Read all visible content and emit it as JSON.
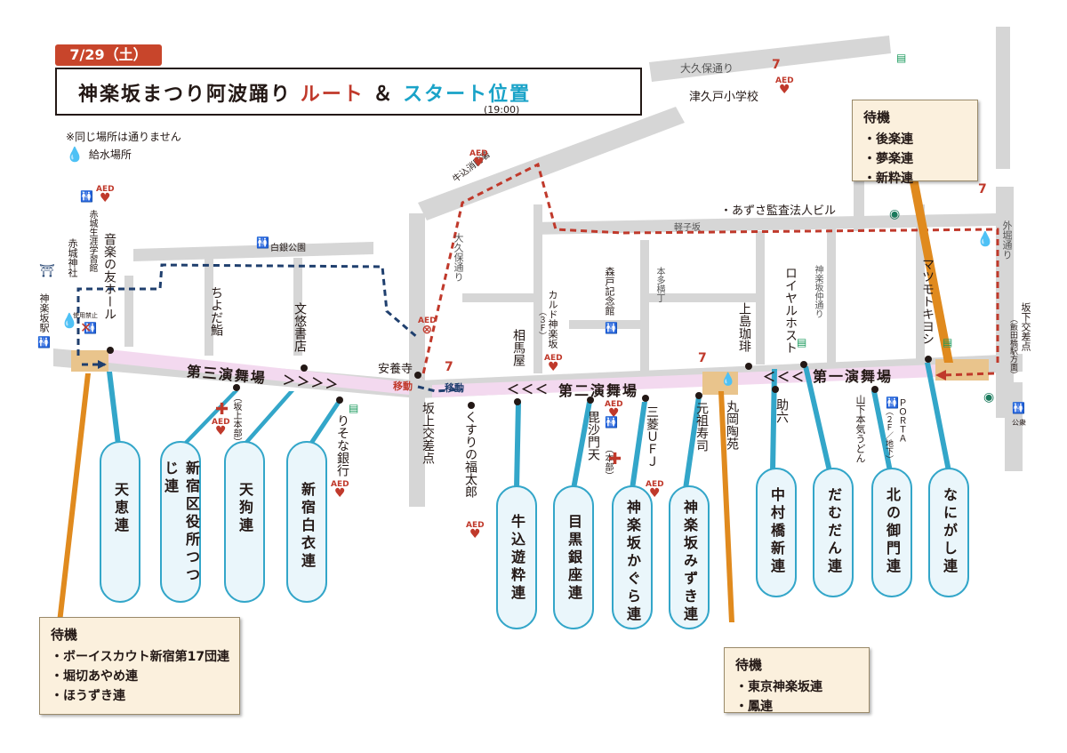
{
  "header": {
    "date": "7/29（土）",
    "title_main": "神楽坂まつり阿波踊り",
    "title_route": "ルート",
    "title_amp": "＆",
    "title_start": "スタート位置",
    "time": "(19:00)"
  },
  "notes": {
    "no_same_place": "※同じ場所は通りません",
    "water": "給水場所"
  },
  "streets": {
    "okubo_top": "大久保通り",
    "okubo_vertical": "大久保通り",
    "karuko": "軽子坂",
    "honda_yokocho": "本多横丁",
    "nakadori": "神楽坂仲通り",
    "sotobori": "外堀通り",
    "kagurazaka_station": "神楽坂駅",
    "sakagami_crossing": "坂上交差点",
    "sakashita_crossing": "坂下交差点",
    "iidabashi": "（飯田橋駅方面）"
  },
  "places": {
    "tsukudo_school": "津久戸小学校",
    "azusa_building": "・あずさ監査法人ビル",
    "fire_station": "牛込消防署",
    "shirogane_park": "白銀公園",
    "akagi_shrine": "赤城神社",
    "akagi_center": "赤城生涯学習館",
    "ongaku_hall": "音楽の友ホール",
    "chiyoda_sushi": "ちよだ鮨",
    "bunyu_shoten": "文悠書店",
    "anyoji": "安養寺",
    "kusuri_fukutaro": "くすりの福太郎",
    "souma": "相馬屋",
    "kaldi": "カルド神楽坂",
    "kaldi_floor": "（３Ｆ）",
    "morito": "森戸記念館",
    "bishamonten": "毘沙門天",
    "bishamonten_hq": "（本部）",
    "mufg": "三菱ＵＦＪ",
    "motoso_sushi": "元祖寿司",
    "maruoka": "丸岡陶苑",
    "ueshima": "上島珈琲",
    "royal_host": "ロイヤルホスト",
    "sukeroku": "助六",
    "yamashita": "山下本気うどん",
    "porta": "ＰＯＲＴＡ",
    "porta_floor": "（２Ｆ／地下）",
    "matsumoto": "マツモトキヨシ",
    "resona": "りそな銀行",
    "sakagami_hq": "（坂上本部）",
    "use_prohibited": "使用禁止",
    "toilet_public": "公衆"
  },
  "stages": {
    "third": "第三演舞場",
    "third_arrows": "＞＞＞＞",
    "second_arrows": "＜＜＜",
    "second": "第二演舞場",
    "first_arrows": "＜＜＜",
    "first": "第一演舞場",
    "move": "移動"
  },
  "teams": [
    "天恵連",
    "新宿区役所つつじ連",
    "天狗連",
    "新宿白衣連",
    "牛込遊粋連",
    "目黒銀座連",
    "神楽坂かぐら連",
    "神楽坂みずき連",
    "中村橋新連",
    "だむだん連",
    "北の御門連",
    "なにがし連"
  ],
  "waiting": {
    "label": "待機",
    "top_right": [
      "・後楽連",
      "・夢楽連",
      "・新粋連"
    ],
    "bottom_left": [
      "・ボーイスカウト新宿第17団連",
      "・堀切あやめ連",
      "・ほうずき連"
    ],
    "bottom_center": [
      "・東京神楽坂連",
      "・鳳連"
    ]
  },
  "aed_label": "AED",
  "colors": {
    "route_red": "#c0392b",
    "route_blue": "#1f3f6e",
    "stage_pink": "#f3d9ef",
    "road_gray": "#d6d6d6",
    "team_blue": "#33a6c9",
    "wait_orange": "#e08a1e",
    "title_red": "#c0392b",
    "title_cyan": "#1aa3c8"
  },
  "icons": [
    "water-drop-icon",
    "aed-icon",
    "toilet-icon",
    "first-aid-icon",
    "seven-eleven-icon",
    "family-mart-icon",
    "starbucks-icon",
    "shrine-icon"
  ]
}
